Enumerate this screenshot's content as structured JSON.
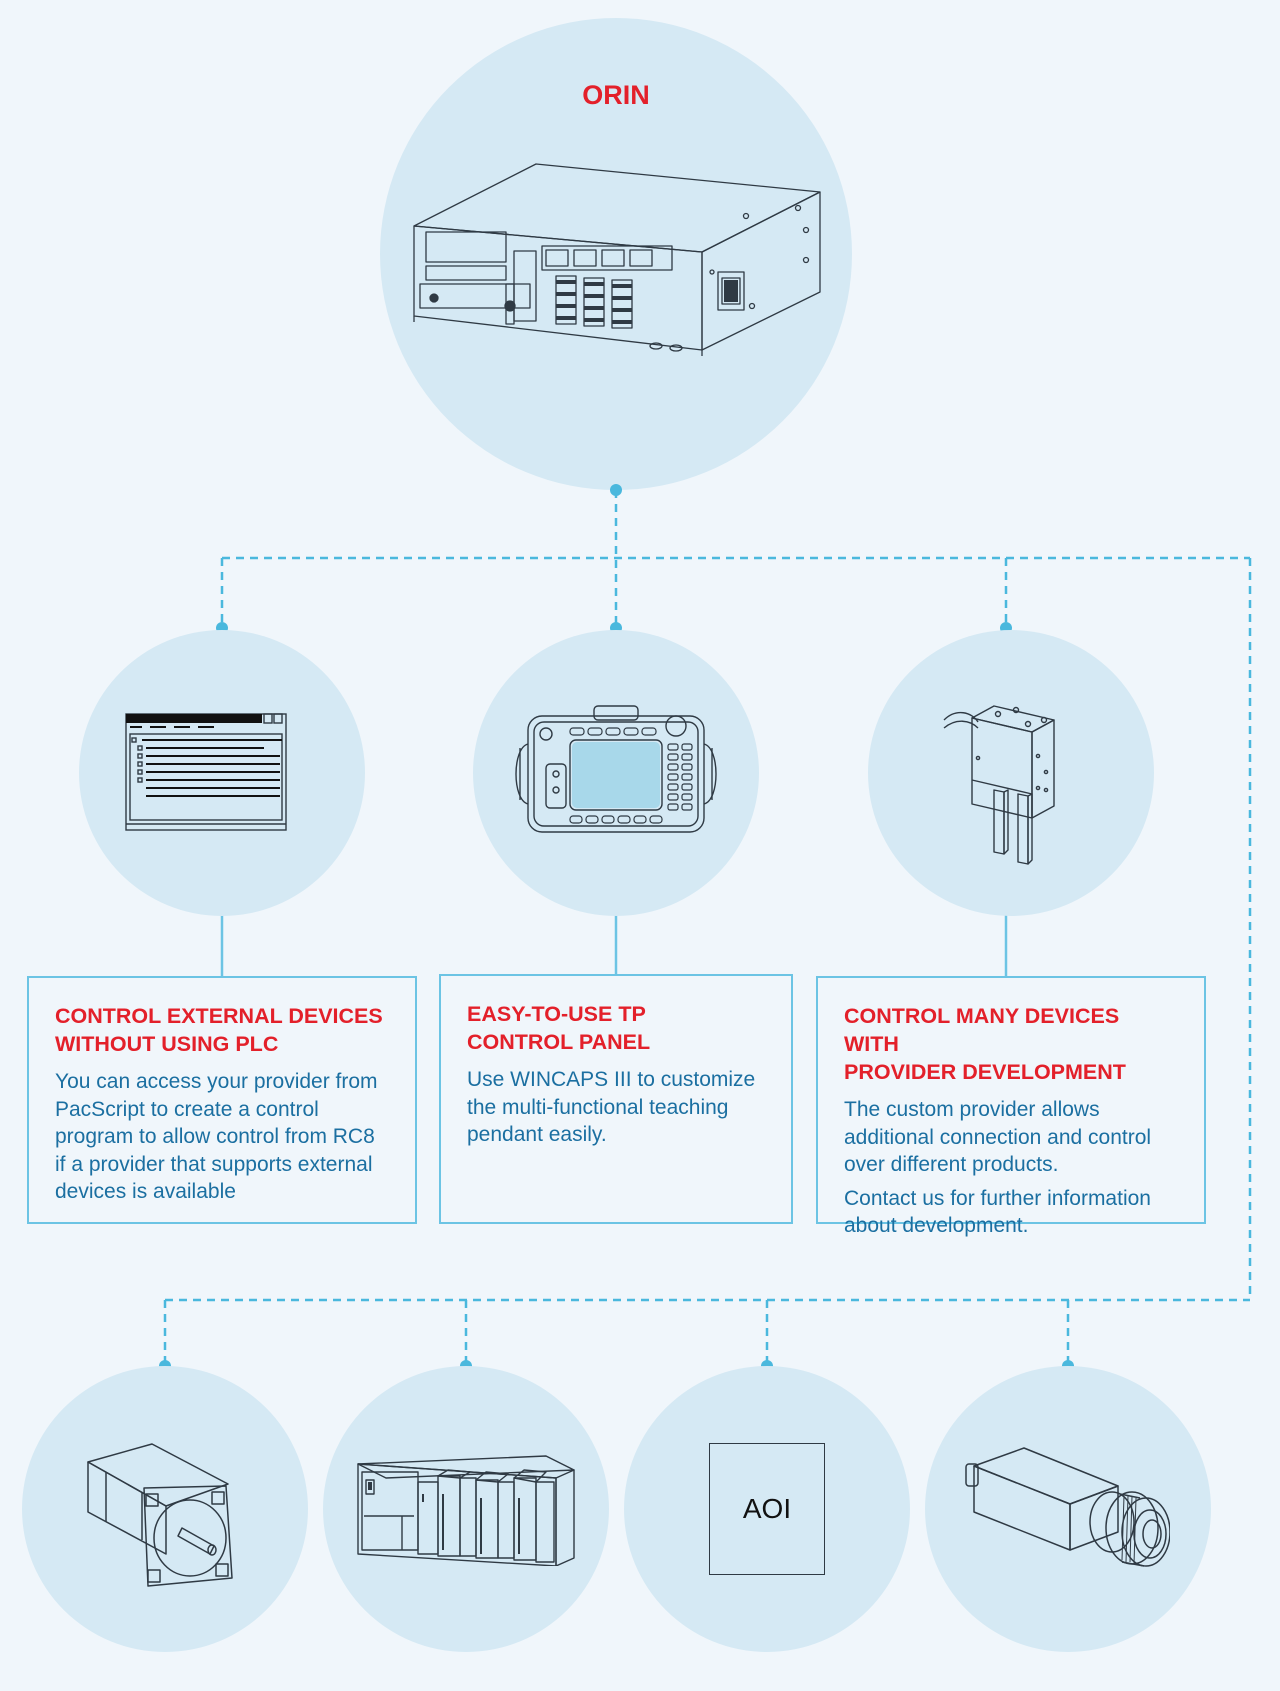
{
  "hub": {
    "title": "ORIN",
    "device_icon": "robot-controller-icon"
  },
  "features": [
    {
      "icon": "software-window-icon",
      "title": "CONTROL EXTERNAL DEVICES\nWITHOUT USING PLC",
      "paragraphs": [
        "You can access your provider from PacScript to create a control program to allow control from RC8 if a provider that supports external devices is available"
      ]
    },
    {
      "icon": "teaching-pendant-icon",
      "title": "EASY-TO-USE TP\nCONTROL PANEL",
      "paragraphs": [
        "Use WINCAPS III to customize the multi-functional teaching pendant easily."
      ]
    },
    {
      "icon": "gripper-icon",
      "title": "CONTROL MANY DEVICES WITH\nPROVIDER DEVELOPMENT",
      "paragraphs": [
        "The custom provider allows additional connection and control over different products.",
        "Contact us for further information about development."
      ]
    }
  ],
  "devices": [
    {
      "icon": "servo-motor-icon"
    },
    {
      "icon": "plc-rack-icon"
    },
    {
      "icon": "aoi-box-icon",
      "label": "AOI"
    },
    {
      "icon": "industrial-camera-icon"
    }
  ],
  "colors": {
    "background": "#f0f6fb",
    "circle": "#d5e9f4",
    "connector": "#4ab8dd",
    "card_border": "#6cc4e4",
    "heading": "#e3202a",
    "body_text": "#1b6fa1",
    "line_art": "#2f3a44"
  }
}
